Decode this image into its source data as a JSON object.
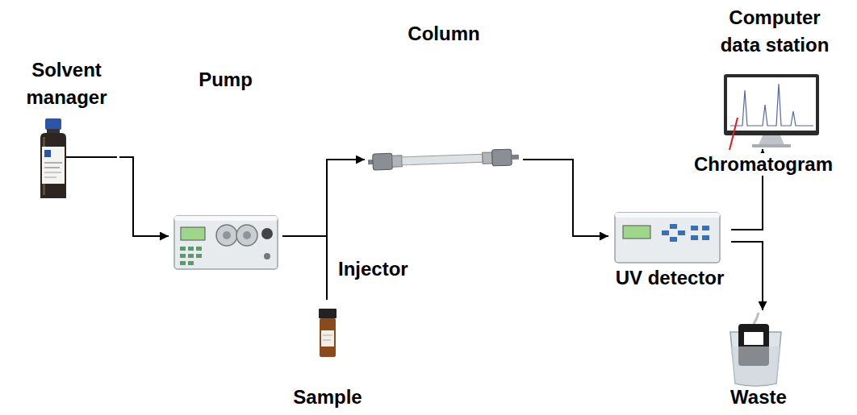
{
  "diagram": {
    "nodes": [
      {
        "text": [
          "Solvent manager"
        ]
      },
      {
        "text": [
          "Pump"
        ]
      },
      {
        "text": [
          "Column"
        ]
      },
      {
        "text": [
          "Sample"
        ]
      },
      {
        "text": [
          "UV detector"
        ]
      },
      {
        "text": [
          "Computer data station"
        ]
      },
      {
        "text": [
          "Waste"
        ]
      }
    ],
    "edges": [
      {
        "from": 0,
        "to": 1,
        "arrow": "to"
      },
      {
        "from": 1,
        "to": 2,
        "arrow": "none"
      },
      {
        "from": 3,
        "to": 2,
        "label": "Injector",
        "arrow": "to"
      },
      {
        "from": 2,
        "to": 4,
        "arrow": "to"
      },
      {
        "from": 4,
        "to": 5,
        "arrow": "to"
      },
      {
        "from": 4,
        "to": 6,
        "arrow": "to"
      }
    ],
    "labels": [
      "Chromatogram"
    ]
  }
}
